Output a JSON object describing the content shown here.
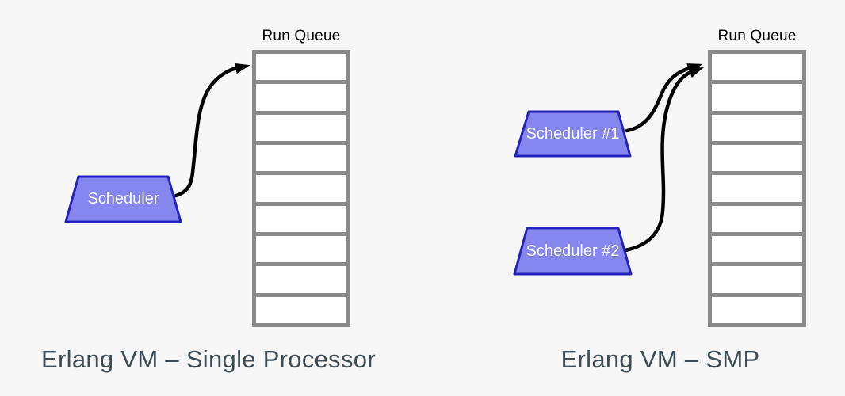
{
  "colors": {
    "background": "#f7f7f8",
    "scheduler-fill": "#8686ef",
    "scheduler-stroke": "#2323bb",
    "scheduler-text": "#ffffff",
    "queue-border": "#8a8a8a",
    "queue-cell-fill": "#ffffff",
    "arrow": "#000000",
    "caption-text": "#3d4c55",
    "label-text": "#000000"
  },
  "left_diagram": {
    "run_queue_label": "Run Queue",
    "scheduler_label": "Scheduler",
    "caption": "Erlang VM – Single Processor",
    "cells": 9
  },
  "right_diagram": {
    "run_queue_label": "Run Queue",
    "scheduler1_label": "Scheduler #1",
    "scheduler2_label": "Scheduler #2",
    "caption": "Erlang VM – SMP",
    "cells": 9
  }
}
